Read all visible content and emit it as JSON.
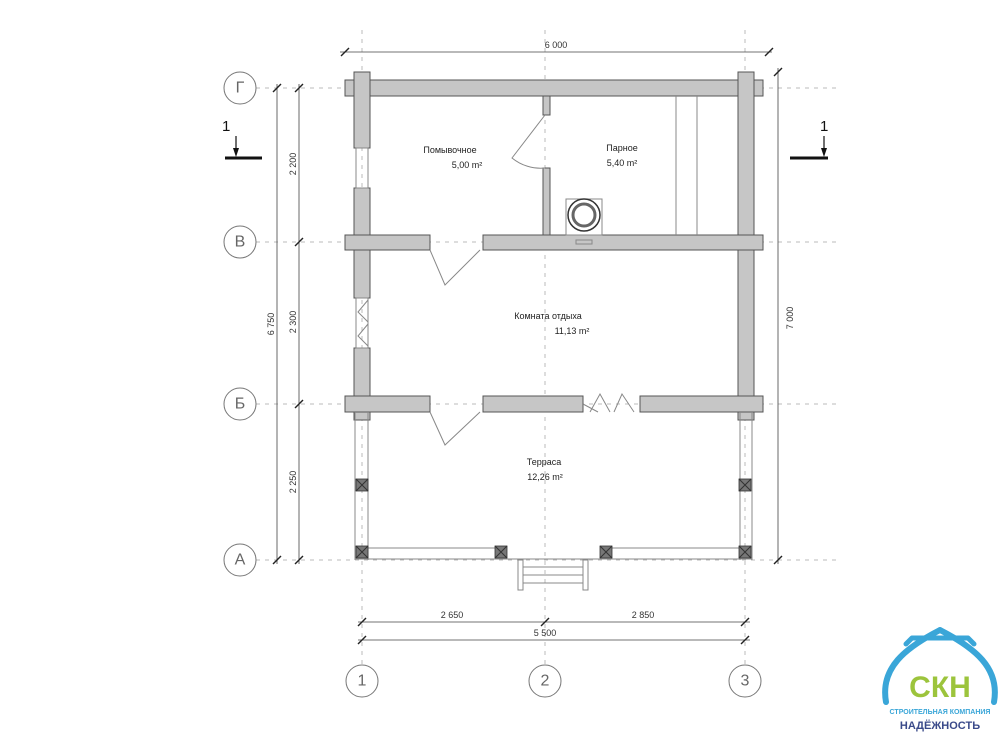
{
  "rooms": [
    {
      "name": "Помывочное",
      "area": "5,00 m²"
    },
    {
      "name": "Парное",
      "area": "5,40 m²"
    },
    {
      "name": "Комната отдыха",
      "area": "11,13 m²"
    },
    {
      "name": "Терраса",
      "area": "12,26 m²"
    }
  ],
  "axes": {
    "rows": [
      "Г",
      "В",
      "Б",
      "А"
    ],
    "cols": [
      "1",
      "2",
      "3"
    ]
  },
  "dimensions": {
    "top": "6 000",
    "left_total": "6 750",
    "left_segments": [
      "2 200",
      "2 300",
      "2 250"
    ],
    "right_total": "7 000",
    "bottom_segments": [
      "2 650",
      "2 850"
    ],
    "bottom_total": "5 500"
  },
  "section": {
    "label": "1"
  },
  "logo": {
    "letters": "СКН",
    "line1": "СТРОИТЕЛЬНАЯ КОМПАНИЯ",
    "line2": "НАДЁЖНОСТЬ",
    "blue": "#3aa6d8",
    "green": "#9cc43c",
    "navy": "#3a4a8a"
  }
}
